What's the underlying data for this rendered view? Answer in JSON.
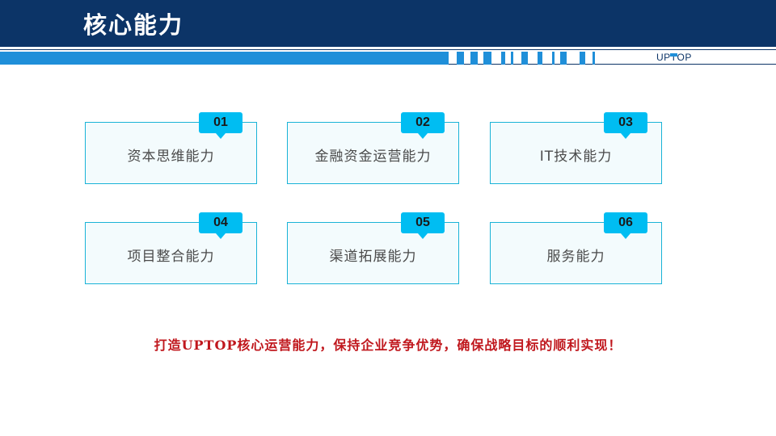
{
  "header": {
    "title": "核心能力"
  },
  "logo": {
    "text_before": "UP",
    "text_t": "T",
    "text_after": "OP"
  },
  "cards": [
    {
      "number": "01",
      "label": "资本思维能力"
    },
    {
      "number": "02",
      "label": "金融资金运营能力"
    },
    {
      "number": "03",
      "label": "IT技术能力"
    },
    {
      "number": "04",
      "label": "项目整合能力"
    },
    {
      "number": "05",
      "label": "渠道拓展能力"
    },
    {
      "number": "06",
      "label": "服务能力"
    }
  ],
  "slogan": "打造UPTOP核心运营能力，保持企业竞争优势，确保战略目标的顺利实现！",
  "colors": {
    "header": "#0c3467",
    "accent": "#1f8fd9",
    "badge": "#00bdf2",
    "card_border": "#19b3d7",
    "slogan": "#c0171d"
  }
}
